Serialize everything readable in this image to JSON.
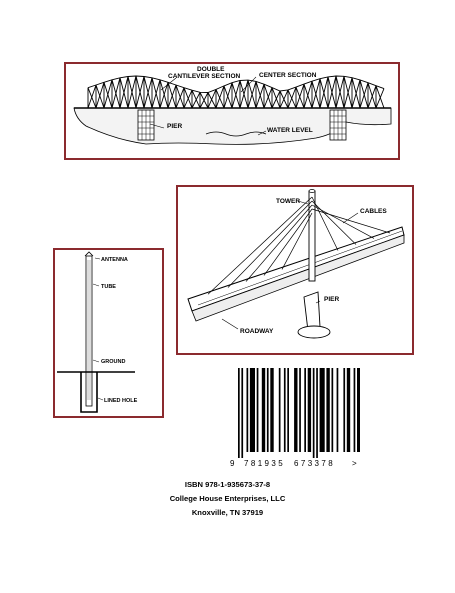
{
  "figures": {
    "truss_bridge": {
      "labels": {
        "double": "DOUBLE",
        "cantilever_section": "CANTILEVER SECTION",
        "center_section": "CENTER SECTION",
        "pier": "PIER",
        "water_level": "WATER LEVEL"
      }
    },
    "cable_stayed_bridge": {
      "labels": {
        "tower": "TOWER",
        "cables": "CABLES",
        "pier": "PIER",
        "roadway": "ROADWAY"
      }
    },
    "antenna_tower": {
      "labels": {
        "antenna": "ANTENNA",
        "tube": "TUBE",
        "ground": "GROUND",
        "lined_hole": "LINED HOLE"
      }
    }
  },
  "barcode": {
    "digits_first": "9",
    "digits_left": "781935",
    "digits_right": "673378",
    "digits_end": ">"
  },
  "publisher": {
    "isbn": "ISBN 978-1-935673-37-8",
    "name": "College House Enterprises, LLC",
    "location": "Knoxville, TN 37919"
  },
  "colors": {
    "frame": "#8b2a2e",
    "ink": "#000000"
  }
}
